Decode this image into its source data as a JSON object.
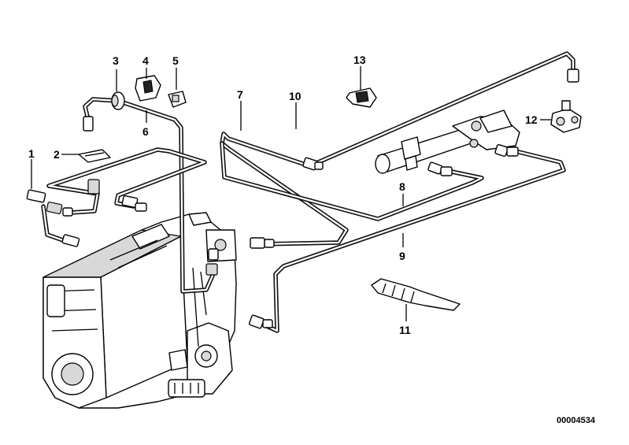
{
  "callouts": {
    "c1": "1",
    "c2": "2",
    "c3": "3",
    "c4": "4",
    "c5": "5",
    "c6": "6",
    "c7": "7",
    "c8": "8",
    "c9": "9",
    "c10": "10",
    "c11": "11",
    "c12": "12",
    "c13": "13"
  },
  "drawing_number": "00004534"
}
